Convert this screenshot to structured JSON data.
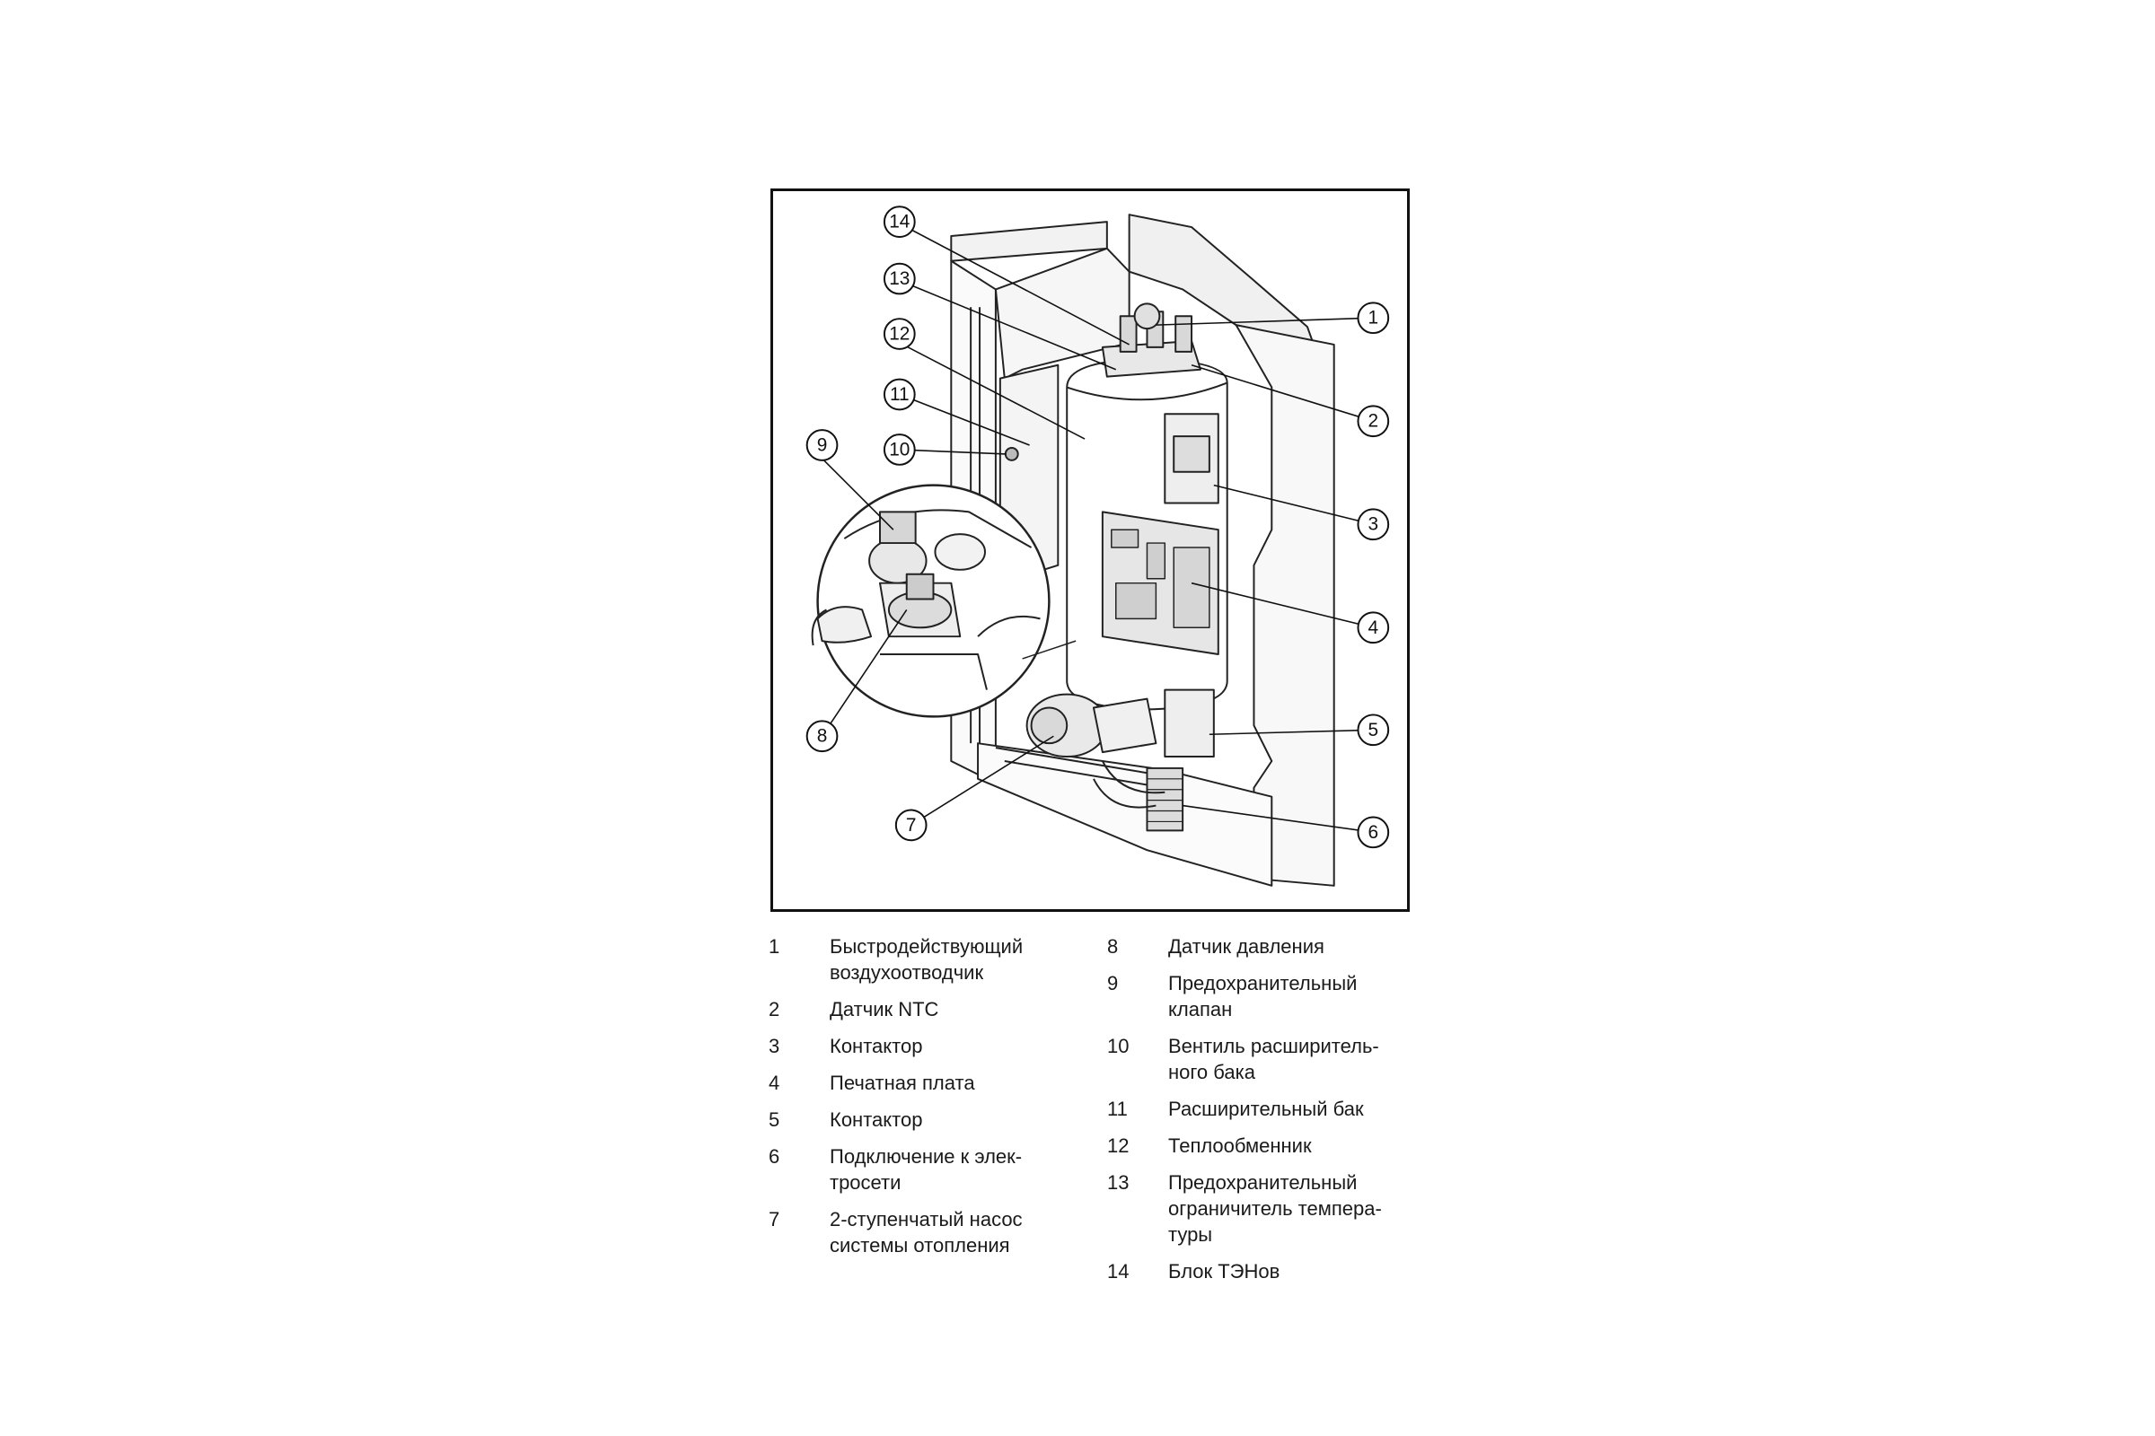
{
  "callouts": [
    "1",
    "2",
    "3",
    "4",
    "5",
    "6",
    "7",
    "8",
    "9",
    "10",
    "11",
    "12",
    "13",
    "14"
  ],
  "legend_left": [
    {
      "num": "1",
      "text": "Быстродействующий\nвоздухоотводчик"
    },
    {
      "num": "2",
      "text": "Датчик NTC"
    },
    {
      "num": "3",
      "text": "Контактор"
    },
    {
      "num": "4",
      "text": "Печатная плата"
    },
    {
      "num": "5",
      "text": "Контактор"
    },
    {
      "num": "6",
      "text": "Подключение к элек-\nтросети"
    },
    {
      "num": "7",
      "text": "2-ступенчатый насос\nсистемы отопления"
    }
  ],
  "legend_right": [
    {
      "num": "8",
      "text": "Датчик давления"
    },
    {
      "num": "9",
      "text": "Предохранительный\nклапан"
    },
    {
      "num": "10",
      "text": "Вентиль расширитель-\nного бака"
    },
    {
      "num": "11",
      "text": "Расширительный бак"
    },
    {
      "num": "12",
      "text": "Теплообменник"
    },
    {
      "num": "13",
      "text": "Предохранительный\nограничитель темпера-\nтуры"
    },
    {
      "num": "14",
      "text": "Блок ТЭНов"
    }
  ]
}
